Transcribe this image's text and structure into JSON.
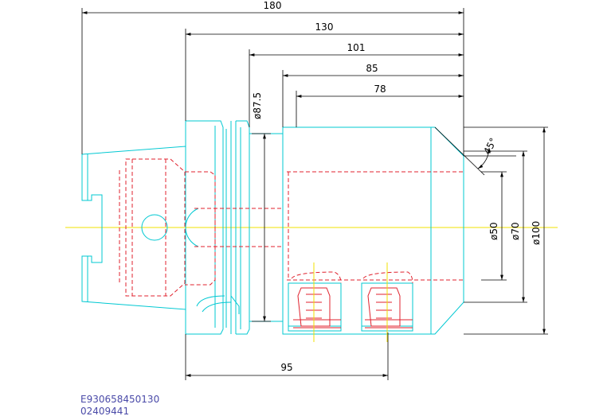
{
  "dimensions": {
    "len_180": "180",
    "len_130": "130",
    "len_101": "101",
    "len_85": "85",
    "len_78": "78",
    "len_95": "95",
    "dia_87_5": "ø87.5",
    "dia_50": "ø50",
    "dia_70": "ø70",
    "dia_100": "ø100",
    "angle_45": "45°"
  },
  "codes": {
    "article": "E930658450130",
    "order": "02409441"
  },
  "colors": {
    "outline": "#00c8d2",
    "hidden": "#e0202c",
    "dimension": "#000000",
    "centerline": "#f2e000",
    "code_text": "#4a4aa8"
  }
}
